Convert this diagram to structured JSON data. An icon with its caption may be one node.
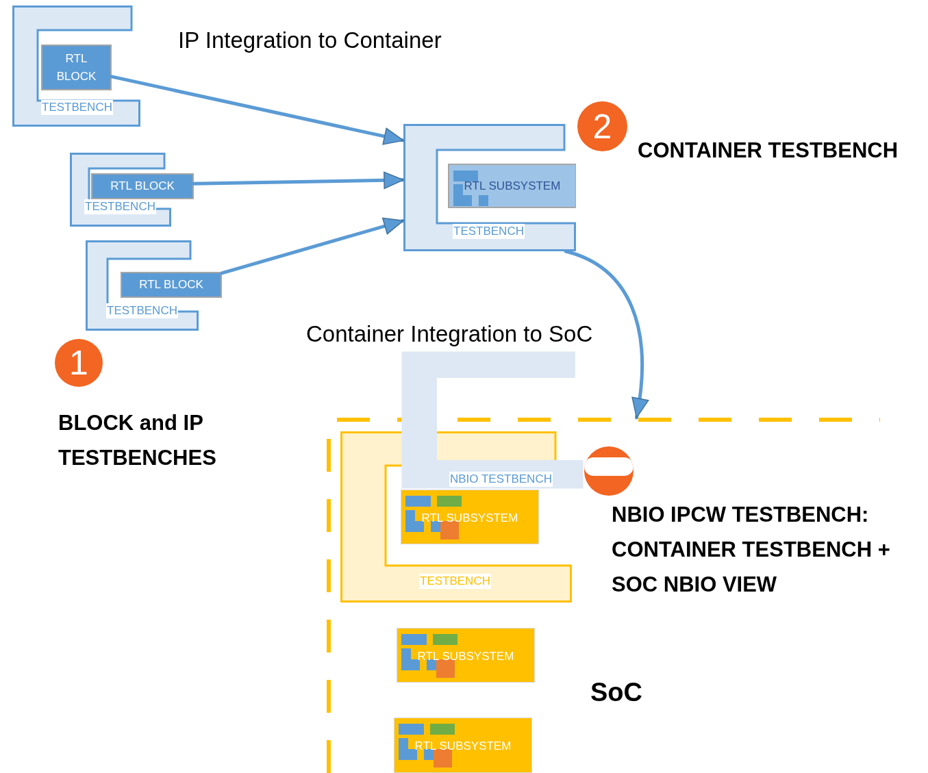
{
  "diagram": {
    "nodes": [
      {
        "text": [
          "TESTBENCH"
        ]
      },
      {
        "text": [
          "RTL BLOCK"
        ],
        "in": 0
      },
      {
        "text": [
          "TESTBENCH"
        ]
      },
      {
        "text": [
          "RTL BLOCK"
        ]
      },
      {
        "text": [
          "TESTBENCH"
        ]
      },
      {
        "text": [
          "RTL BLOCK"
        ]
      },
      {
        "text": [
          "TESTBENCH"
        ]
      },
      {
        "text": [
          "RTL SUBSYSTEM"
        ],
        "in": 6
      },
      {
        "text": [
          "2"
        ],
        "beside": [
          "CONTAINER TESTBENCH"
        ]
      },
      {
        "text": [
          "1"
        ],
        "beside": [
          "BLOCK and IP TESTBENCHES"
        ]
      },
      {
        "text": [
          "SoC"
        ]
      },
      {
        "text": [
          "TESTBENCH"
        ],
        "in": 10
      },
      {
        "text": [
          "NBIO TESTBENCH"
        ]
      },
      {
        "text": [
          "RTL SUBSYSTEM"
        ],
        "in": 11
      },
      {
        "text": [
          "RTL SUBSYSTEM"
        ],
        "in": 10
      },
      {
        "text": [
          "RTL SUBSYSTEM"
        ],
        "in": 10
      },
      {
        "text": [],
        "shape": "circle",
        "in": 10,
        "beside": [
          "NBIO IPCW TESTBENCH: CONTAINER TESTBENCH + SOC NBIO VIEW"
        ]
      }
    ],
    "edges": [
      {
        "from": 1,
        "to": 6,
        "arrow": "to"
      },
      {
        "from": 3,
        "to": 6,
        "arrow": "to"
      },
      {
        "from": 5,
        "to": 6,
        "arrow": "to"
      },
      {
        "from": 6,
        "to": 10,
        "arrow": "to"
      }
    ],
    "labels": [
      "IP Integration to Container",
      "Container Integration to SoC"
    ]
  }
}
